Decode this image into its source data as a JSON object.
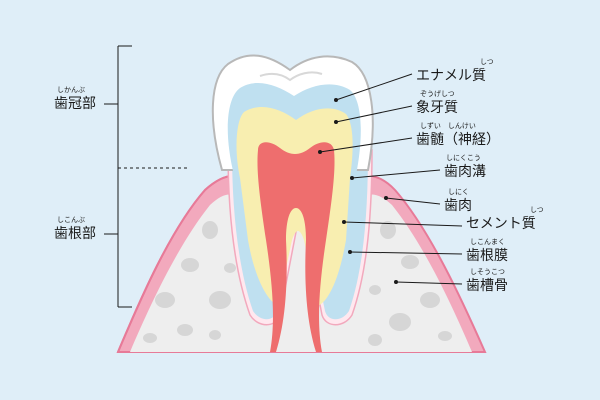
{
  "colors": {
    "background": "#dfeef8",
    "enamel": "#ffffff",
    "dentin_outer": "#bfe0f0",
    "dentin": "#f8eeb0",
    "pulp": "#ee6e6e",
    "gum": "#f2a9bd",
    "gum_edge": "#e77a98",
    "bone": "#eeeeee",
    "bone_spots": "#d6d6d6",
    "periodontal_membrane": "#ffe8ef",
    "line": "#1a1a1a"
  },
  "regions": {
    "crown": {
      "ruby": "しかんぶ",
      "label": "歯冠部"
    },
    "root": {
      "ruby": "しこんぶ",
      "label": "歯根部"
    }
  },
  "labels": [
    {
      "id": "enamel",
      "ruby": "しつ",
      "ruby_target": "質",
      "text": "エナメル質"
    },
    {
      "id": "dentin",
      "ruby": "ぞうげしつ",
      "ruby_target": "象牙質",
      "text": "象牙質"
    },
    {
      "id": "pulp",
      "ruby": "しずい　しんけい",
      "ruby_target": "歯髄(神経)",
      "text": "歯髄（神経）"
    },
    {
      "id": "sulcus",
      "ruby": "しにくこう",
      "ruby_target": "歯肉溝",
      "text": "歯肉溝"
    },
    {
      "id": "gum",
      "ruby": "しにく",
      "ruby_target": "歯肉",
      "text": "歯肉"
    },
    {
      "id": "cementum",
      "ruby": "しつ",
      "ruby_target": "質",
      "text": "セメント質"
    },
    {
      "id": "pdl",
      "ruby": "しこんまく",
      "ruby_target": "歯根膜",
      "text": "歯根膜"
    },
    {
      "id": "bone",
      "ruby": "しそうこつ",
      "ruby_target": "歯槽骨",
      "text": "歯槽骨"
    }
  ]
}
